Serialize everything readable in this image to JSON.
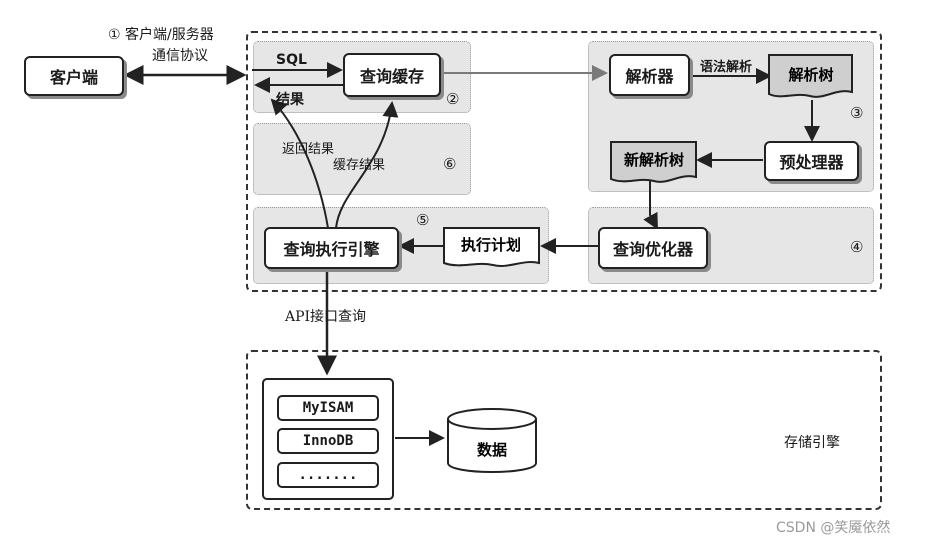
{
  "protocol": {
    "number": "①",
    "line1": "客户端/服务器",
    "line2": "通信协议"
  },
  "client": {
    "label": "客户端"
  },
  "cache_zone": {
    "sql_label": "SQL",
    "cache_label": "查询缓存",
    "result_label": "结果",
    "number": "②"
  },
  "result_zone": {
    "return_label": "返回结果",
    "cache_result_label": "缓存结果",
    "number": "⑥"
  },
  "parse_zone": {
    "parser_label": "解析器",
    "syntax_label": "语法解析",
    "parse_tree_label": "解析树",
    "number": "③",
    "new_tree_label": "新解析树",
    "preprocessor_label": "预处理器"
  },
  "exec_zone": {
    "engine_label": "查询执行引擎",
    "number": "⑤",
    "plan_label": "执行计划"
  },
  "optimizer_zone": {
    "optimizer_label": "查询优化器",
    "number": "④"
  },
  "api_label": "API接口查询",
  "storage": {
    "engines": [
      "MyISAM",
      "InnoDB",
      "......."
    ],
    "data_label": "数据",
    "title": "存储引擎"
  },
  "watermark": "CSDN @笑魇依然"
}
